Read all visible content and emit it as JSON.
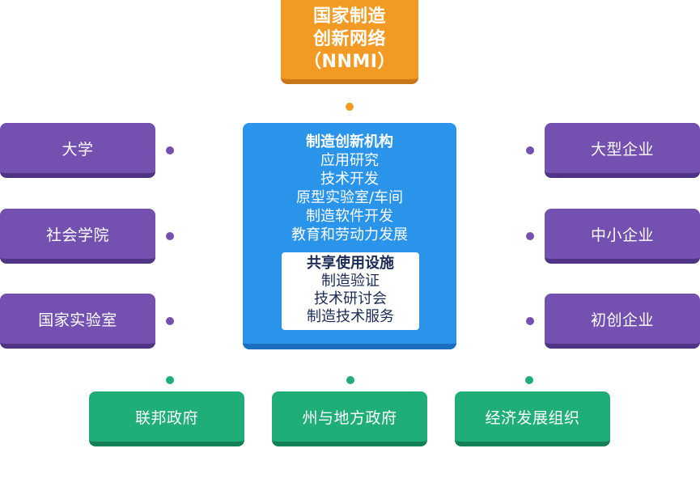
{
  "top": {
    "lines": [
      "国家制造",
      "创新网络",
      "（NNMI）"
    ]
  },
  "center": {
    "title": "制造创新机构",
    "items": [
      "应用研究",
      "技术开发",
      "原型实验室/车间",
      "制造软件开发",
      "教育和劳动力发展"
    ],
    "shared": {
      "title": "共享使用设施",
      "items": [
        "制造验证",
        "技术研讨会",
        "制造技术服务"
      ]
    }
  },
  "left": [
    "大学",
    "社会学院",
    "国家实验室"
  ],
  "right": [
    "大型企业",
    "中小企业",
    "初创企业"
  ],
  "bottom": [
    "联邦政府",
    "州与地方政府",
    "经济发展组织"
  ],
  "colors": {
    "orange": "#f39a24",
    "blue": "#2a93ea",
    "purple": "#7451b0",
    "green": "#1fae78"
  }
}
